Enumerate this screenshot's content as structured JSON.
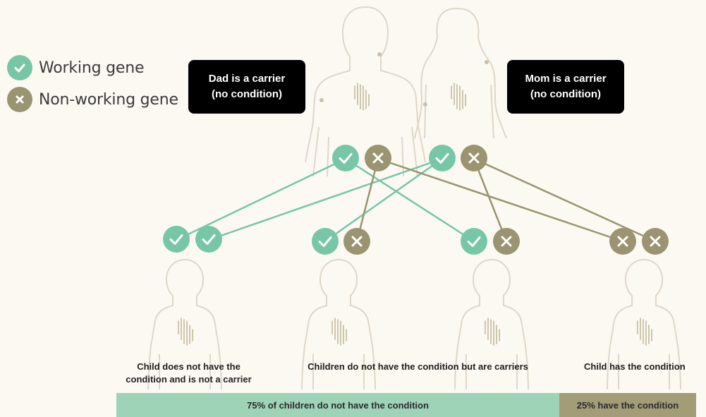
{
  "colors": {
    "working": "#77c7a6",
    "nonworking": "#9a9470",
    "outline": "#dfd6c8",
    "background": "#fcf9f3",
    "bar_green": "#9fd3b7",
    "bar_olive": "#a39d77"
  },
  "icons": {
    "working": "check-icon",
    "nonworking": "x-icon"
  },
  "legend": {
    "working_label": "Working gene",
    "nonworking_label": "Non-working gene"
  },
  "parents": {
    "dad_line1": "Dad is a carrier",
    "dad_line2": "(no condition)",
    "mom_line1": "Mom is a carrier",
    "mom_line2": "(no condition)"
  },
  "children": {
    "child1_line1": "Child does not have the",
    "child1_line2": "condition and is not a carrier",
    "carriers": "Children do not have the condition but are carriers",
    "affected": "Child has the condition"
  },
  "summary": {
    "unaffected_label": "75% of children do not have the condition",
    "unaffected_fraction": 0.75,
    "affected_label": "25% have the condition",
    "affected_fraction": 0.25
  }
}
